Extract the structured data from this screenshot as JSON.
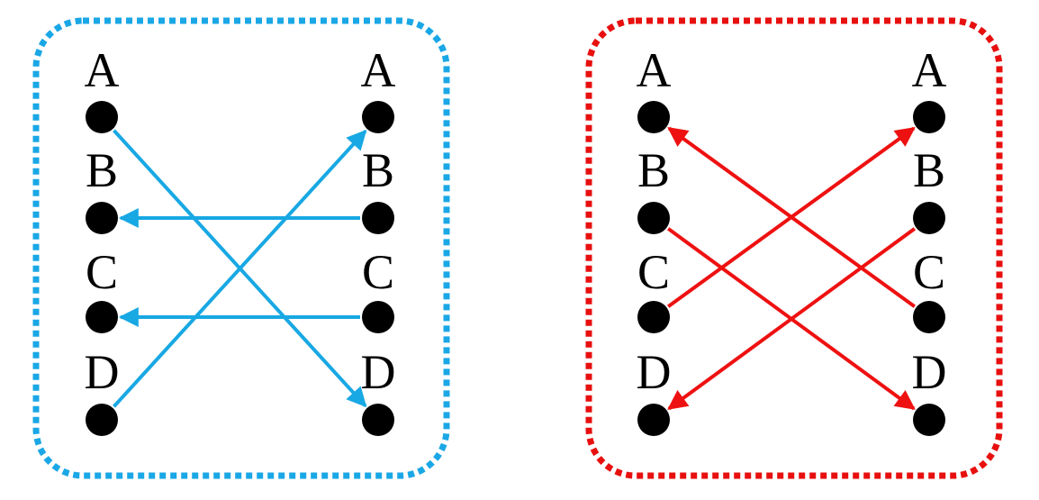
{
  "panels": [
    {
      "id": "left",
      "border_color": "#1aa7e6",
      "arrow_color": "#18a8e3",
      "left_nodes": [
        "A",
        "B",
        "C",
        "D"
      ],
      "right_nodes": [
        "A",
        "B",
        "C",
        "D"
      ],
      "edges": [
        {
          "from": "left.A",
          "to": "right.D"
        },
        {
          "from": "left.D",
          "to": "right.A"
        },
        {
          "from": "right.B",
          "to": "left.B"
        },
        {
          "from": "right.C",
          "to": "left.C"
        }
      ]
    },
    {
      "id": "right",
      "border_color": "#e80f0f",
      "arrow_color": "#ee1111",
      "left_nodes": [
        "A",
        "B",
        "C",
        "D"
      ],
      "right_nodes": [
        "A",
        "B",
        "C",
        "D"
      ],
      "edges": [
        {
          "from": "left.B",
          "to": "right.D"
        },
        {
          "from": "left.C",
          "to": "right.A"
        },
        {
          "from": "right.C",
          "to": "left.A"
        },
        {
          "from": "right.B",
          "to": "left.D"
        }
      ]
    }
  ]
}
